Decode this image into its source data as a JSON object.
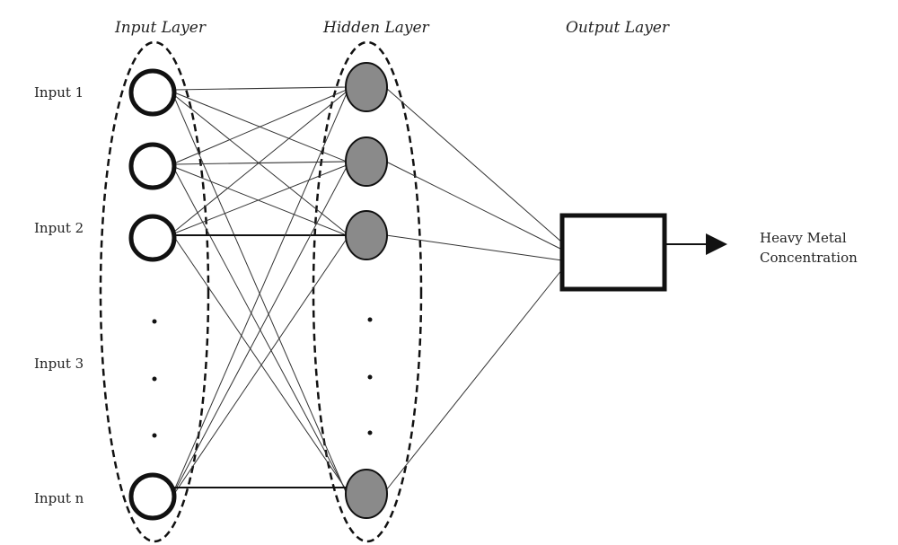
{
  "layers": {
    "input_title": "Input Layer",
    "hidden_title": "Hidden Layer",
    "output_title": "Output Layer"
  },
  "input_labels": [
    "Input 1",
    "Input 2",
    "Input 3",
    "Input n"
  ],
  "output_label": {
    "line1": "Heavy Metal",
    "line2": "Concentration"
  }
}
